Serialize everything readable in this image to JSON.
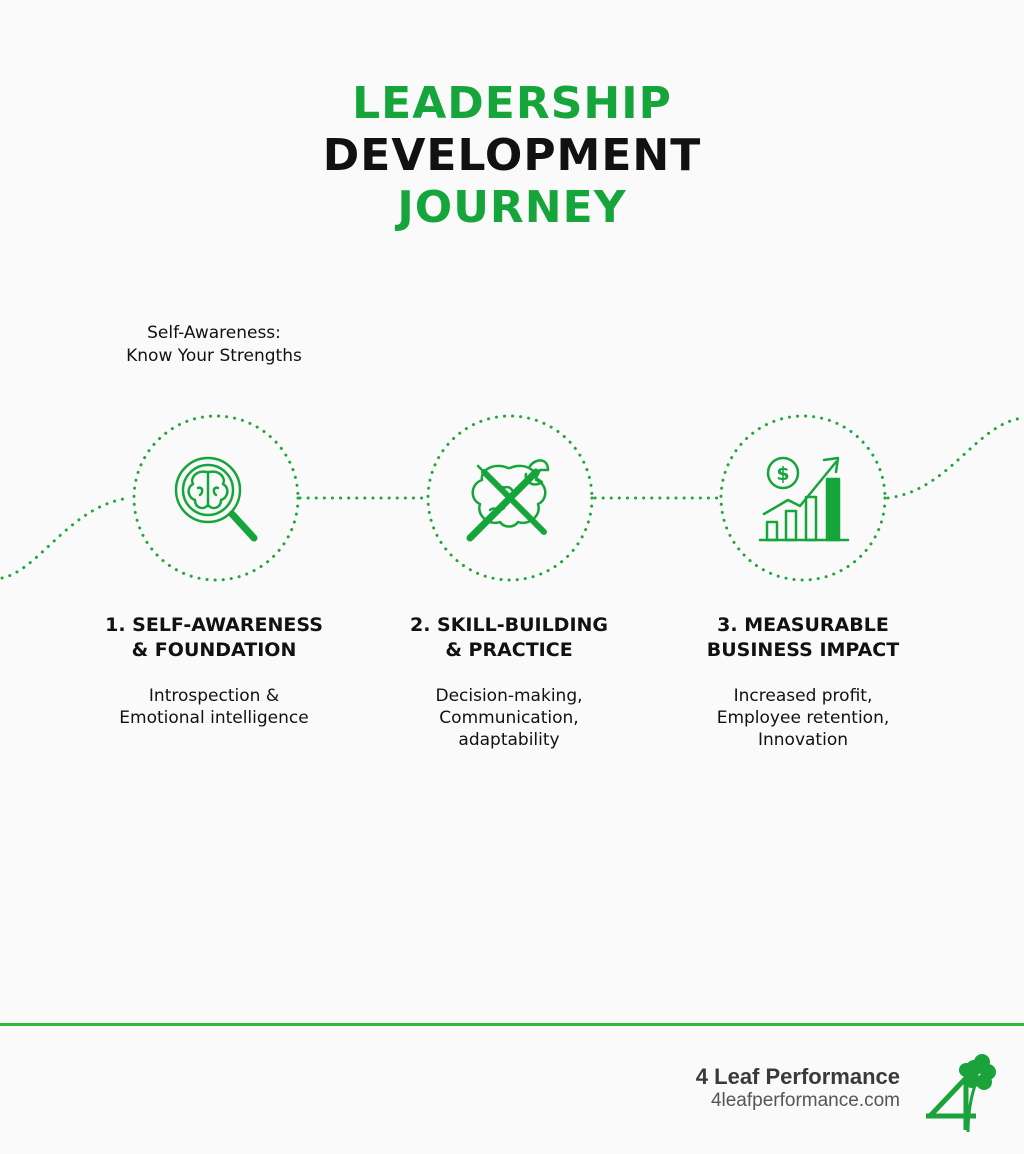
{
  "title": {
    "line1": "LEADERSHIP",
    "line2": "DEVELOPMENT",
    "line3": "JOURNEY"
  },
  "note": {
    "line1": "Self-Awareness:",
    "line2": "Know Your Strengths"
  },
  "steps": [
    {
      "title_line1": "1. SELF-AWARENESS",
      "title_line2": "& FOUNDATION",
      "desc_lines": [
        "Introspection &",
        "Emotional intelligence"
      ],
      "icon": "brain-magnifier-icon"
    },
    {
      "title_line1": "2. SKILL-BUILDING",
      "title_line2": "& PRACTICE",
      "desc_lines": [
        "Decision-making,",
        "Communication,",
        "adaptability"
      ],
      "icon": "brain-tools-icon"
    },
    {
      "title_line1": "3. MEASURABLE",
      "title_line2": "BUSINESS IMPACT",
      "desc_lines": [
        "Increased profit,",
        "Employee retention,",
        "Innovation"
      ],
      "icon": "growth-chart-dollar-icon"
    }
  ],
  "footer": {
    "brand_name": "4 Leaf Performance",
    "url": "4leafperformance.com",
    "logo_icon": "four-leaf-clover-logo-icon"
  },
  "colors": {
    "accent_green": "#16a53b",
    "dots_green": "#1fa83a",
    "text_dark": "#111111",
    "background": "#fafafa"
  }
}
